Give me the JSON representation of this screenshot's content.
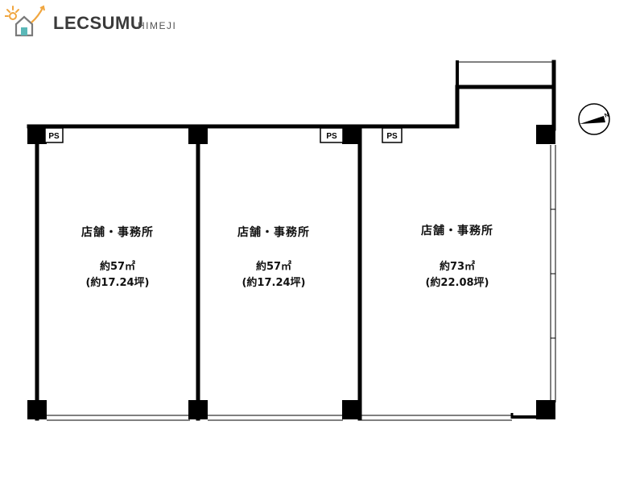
{
  "brand": {
    "name": "LECSUMU",
    "sub": "HIMEJI"
  },
  "ps_label": "PS",
  "rooms": [
    {
      "use": "店舗・事務所",
      "area": "約57㎡",
      "tsubo": "(約17.24坪)"
    },
    {
      "use": "店舗・事務所",
      "area": "約57㎡",
      "tsubo": "(約17.24坪)"
    },
    {
      "use": "店舗・事務所",
      "area": "約73㎡",
      "tsubo": "(約22.08坪)"
    }
  ],
  "compass": {
    "north_label": "N"
  },
  "colors": {
    "wall": "#000000",
    "logo_orange": "#f0a640",
    "logo_teal": "#5bb8b8",
    "logo_gray": "#7a7a7a",
    "text": "#111111"
  }
}
